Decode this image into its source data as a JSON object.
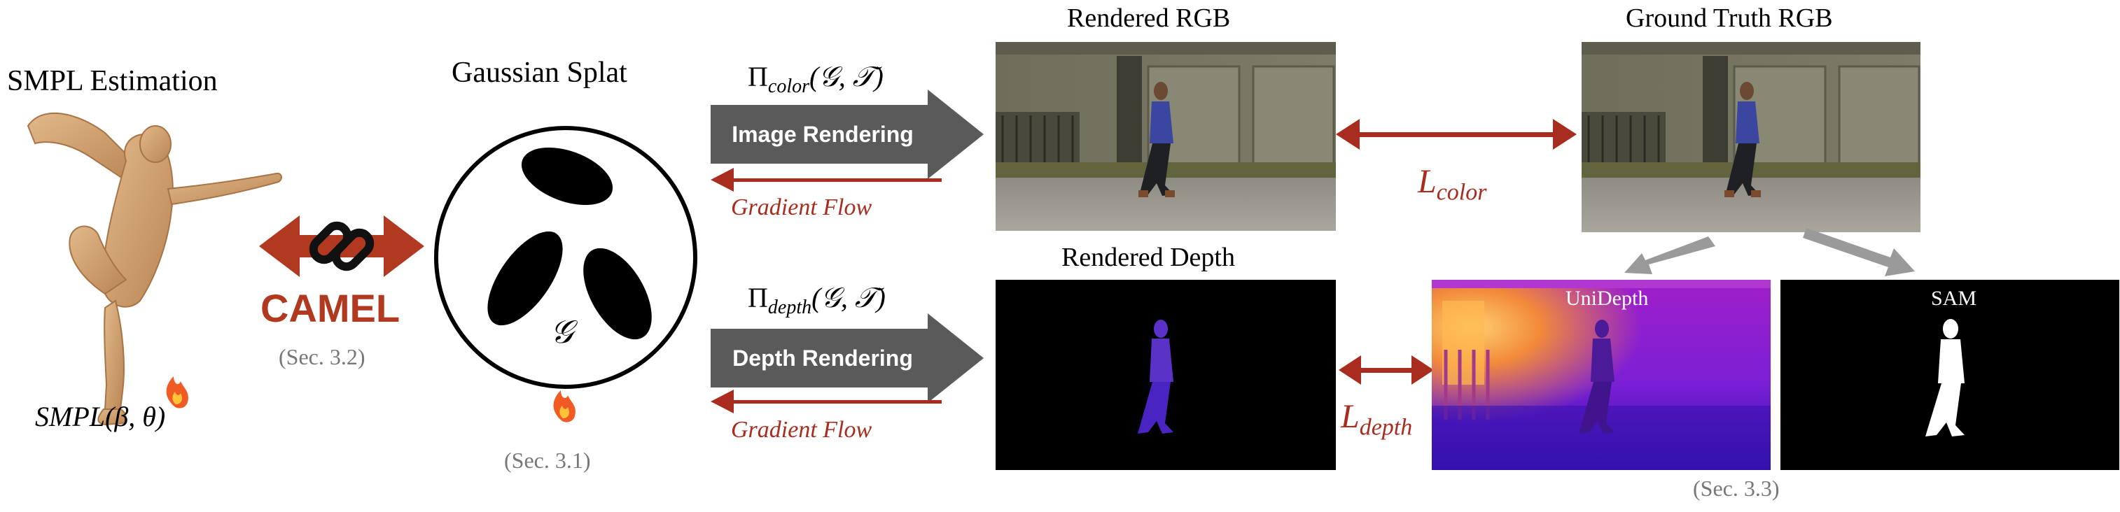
{
  "smpl": {
    "title": "SMPL Estimation",
    "formula": "SMPL(β, θ)",
    "fire_icon": "fire-icon"
  },
  "camel": {
    "label": "CAMEL",
    "section": "(Sec. 3.2)",
    "link_icon": "chain-link-icon"
  },
  "gaussian": {
    "title": "Gaussian Splat",
    "symbol": "𝒢",
    "section": "(Sec. 3.1)",
    "fire_icon": "fire-icon"
  },
  "image_branch": {
    "formula": "Π_color(𝒢, 𝒯)",
    "formula_main": "Π",
    "formula_sub": "color",
    "formula_args": "(𝒢, 𝒯)",
    "arrow_label": "Image Rendering",
    "gradient_label": "Gradient Flow"
  },
  "depth_branch": {
    "formula": "Π_depth(𝒢, 𝒯)",
    "formula_main": "Π",
    "formula_sub": "depth",
    "formula_args": "(𝒢, 𝒯)",
    "arrow_label": "Depth Rendering",
    "gradient_label": "Gradient Flow"
  },
  "panels": {
    "rendered_rgb": "Rendered RGB",
    "ground_truth_rgb": "Ground Truth RGB",
    "rendered_depth": "Rendered Depth",
    "unidepth": "UniDepth",
    "sam": "SAM",
    "section": "(Sec. 3.3)"
  },
  "losses": {
    "color_main": "L",
    "color_sub": "color",
    "depth_main": "L",
    "depth_sub": "depth"
  },
  "colors": {
    "accent_red": "#a92d1f",
    "arrow_gray": "#5a5a5a",
    "section_gray": "#777777"
  }
}
